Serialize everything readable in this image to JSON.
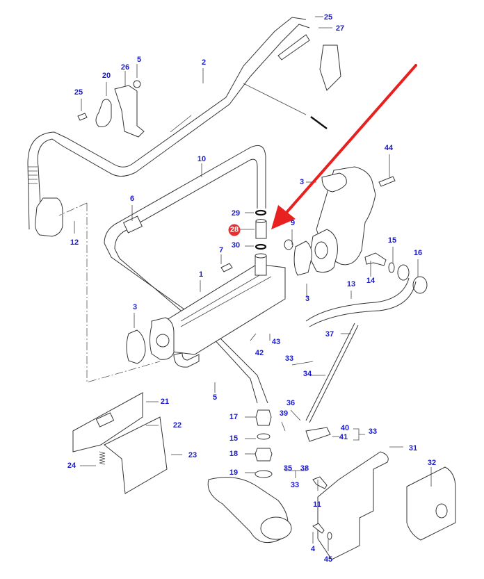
{
  "diagram": {
    "title": "EGR cooler and pipe assembly – exploded parts view",
    "highlighted_part": "28",
    "arrow_color": "#e82020",
    "label_color": "#1a1acc",
    "badge_color": "#e53030",
    "labels": [
      {
        "id": "25a",
        "text": "25",
        "part": "bolt"
      },
      {
        "id": "27",
        "text": "27",
        "part": "gasket"
      },
      {
        "id": "5a",
        "text": "5",
        "part": "nut"
      },
      {
        "id": "26",
        "text": "26",
        "part": "bracket"
      },
      {
        "id": "2",
        "text": "2",
        "part": "egr-pipe"
      },
      {
        "id": "20",
        "text": "20",
        "part": "clamp"
      },
      {
        "id": "25b",
        "text": "25",
        "part": "bolt"
      },
      {
        "id": "44",
        "text": "44",
        "part": "bolt"
      },
      {
        "id": "10",
        "text": "10",
        "part": "coolant-pipe"
      },
      {
        "id": "3a",
        "text": "3",
        "part": "gasket"
      },
      {
        "id": "6",
        "text": "6",
        "part": "pipe-clip"
      },
      {
        "id": "29",
        "text": "29",
        "part": "o-ring"
      },
      {
        "id": "28",
        "text": "28",
        "part": "connector-sleeve"
      },
      {
        "id": "30",
        "text": "30",
        "part": "o-ring"
      },
      {
        "id": "9",
        "text": "9",
        "part": "egr-valve"
      },
      {
        "id": "12",
        "text": "12",
        "part": "stud"
      },
      {
        "id": "7",
        "text": "7",
        "part": "bolt"
      },
      {
        "id": "15a",
        "text": "15",
        "part": "washer"
      },
      {
        "id": "16",
        "text": "16",
        "part": "banjo-fitting"
      },
      {
        "id": "1",
        "text": "1",
        "part": "egr-cooler"
      },
      {
        "id": "14",
        "text": "14",
        "part": "banjo-bolt"
      },
      {
        "id": "3b",
        "text": "3",
        "part": "gasket"
      },
      {
        "id": "13",
        "text": "13",
        "part": "hose"
      },
      {
        "id": "3c",
        "text": "3",
        "part": "gasket"
      },
      {
        "id": "37",
        "text": "37",
        "part": "fitting"
      },
      {
        "id": "43",
        "text": "43",
        "part": "hose"
      },
      {
        "id": "42",
        "text": "42",
        "part": "hose-clamp"
      },
      {
        "id": "33a",
        "text": "33",
        "part": "sensor-kit"
      },
      {
        "id": "34",
        "text": "34",
        "part": "sensor-pipe"
      },
      {
        "id": "5b",
        "text": "5",
        "part": "nut"
      },
      {
        "id": "21",
        "text": "21",
        "part": "heat-shield"
      },
      {
        "id": "36",
        "text": "36",
        "part": "fitting"
      },
      {
        "id": "17",
        "text": "17",
        "part": "adapter"
      },
      {
        "id": "39",
        "text": "39",
        "part": "bolt"
      },
      {
        "id": "40",
        "text": "40",
        "part": "bolt"
      },
      {
        "id": "33b",
        "text": "33",
        "part": "sensor-kit"
      },
      {
        "id": "22",
        "text": "22",
        "part": "clip"
      },
      {
        "id": "41",
        "text": "41",
        "part": "bracket"
      },
      {
        "id": "31",
        "text": "31",
        "part": "bracket"
      },
      {
        "id": "15b",
        "text": "15",
        "part": "washer"
      },
      {
        "id": "23",
        "text": "23",
        "part": "retainer"
      },
      {
        "id": "18",
        "text": "18",
        "part": "nut"
      },
      {
        "id": "24",
        "text": "24",
        "part": "spring"
      },
      {
        "id": "35",
        "text": "35",
        "part": "banjo"
      },
      {
        "id": "38",
        "text": "38",
        "part": "bracket"
      },
      {
        "id": "32",
        "text": "32",
        "part": "actuator"
      },
      {
        "id": "19",
        "text": "19",
        "part": "seal"
      },
      {
        "id": "33c",
        "text": "33",
        "part": "sensor-kit"
      },
      {
        "id": "11",
        "text": "11",
        "part": "bolt"
      },
      {
        "id": "4",
        "text": "4",
        "part": "bolt"
      },
      {
        "id": "45",
        "text": "45",
        "part": "washer"
      }
    ]
  }
}
